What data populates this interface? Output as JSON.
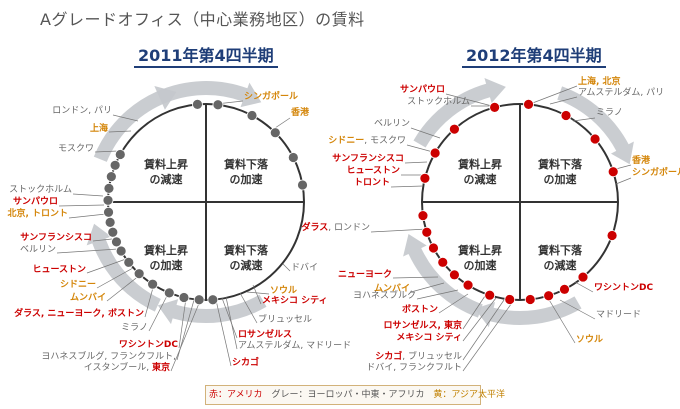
{
  "title": "Aグレードオフィス（中心業務地区）の賃料",
  "colors": {
    "america": "#cc0000",
    "europe": "#666666",
    "asia": "#d4860a",
    "title_blue": "#1f3e78"
  },
  "legend": [
    {
      "text": "赤：アメリカ",
      "color": "#cc0000"
    },
    {
      "text": "グレー：ヨーロッパ・中東・アフリカ",
      "color": "#555555"
    },
    {
      "text": "黄：アジア太平洋",
      "color": "#c08000"
    }
  ],
  "quadrant_labels": {
    "tl": [
      "賃料上昇",
      "の減速"
    ],
    "tr": [
      "賃料下落",
      "の加速"
    ],
    "bl": [
      "賃料上昇",
      "の加速"
    ],
    "br": [
      "賃料下落",
      "の減速"
    ]
  },
  "panels": [
    {
      "title": "2011年第4四半期",
      "dot_color": "#666666",
      "points": [
        {
          "angle": 7
        },
        {
          "angle": 28
        },
        {
          "angle": 45
        },
        {
          "angle": 63
        },
        {
          "angle": 80
        },
        {
          "angle": 176
        },
        {
          "angle": 184
        },
        {
          "angle": 193
        },
        {
          "angle": 202
        },
        {
          "angle": 213
        },
        {
          "angle": 223
        },
        {
          "angle": 232
        },
        {
          "angle": 240
        },
        {
          "angle": 246
        },
        {
          "angle": 252
        },
        {
          "angle": 258
        },
        {
          "angle": 264
        },
        {
          "angle": 271
        },
        {
          "angle": 278
        },
        {
          "angle": 285
        },
        {
          "angle": 292
        },
        {
          "angle": 299
        },
        {
          "angle": 355
        }
      ],
      "labels": [
        {
          "parts": [
            {
              "t": "シンガポール",
              "c": "asia"
            }
          ]
        },
        {
          "parts": [
            {
              "t": "香港",
              "c": "asia"
            }
          ]
        },
        {
          "parts": [
            {
              "t": "ロンドン, パリ",
              "c": "europe"
            }
          ]
        },
        {
          "parts": [
            {
              "t": "上海",
              "c": "asia"
            }
          ]
        },
        {
          "parts": [
            {
              "t": "モスクワ",
              "c": "europe"
            }
          ]
        },
        {
          "parts": [
            {
              "t": "ストックホルム",
              "c": "europe"
            }
          ]
        },
        {
          "parts": [
            {
              "t": "サンパウロ",
              "c": "america"
            }
          ]
        },
        {
          "parts": [
            {
              "t": "北京, トロント",
              "c": "asia"
            }
          ]
        },
        {
          "parts": [
            {
              "t": "サンフランシスコ",
              "c": "america"
            }
          ]
        },
        {
          "parts": [
            {
              "t": "ベルリン",
              "c": "europe"
            }
          ]
        },
        {
          "parts": [
            {
              "t": "ヒューストン",
              "c": "america"
            }
          ]
        },
        {
          "parts": [
            {
              "t": "シドニー",
              "c": "asia"
            }
          ]
        },
        {
          "parts": [
            {
              "t": "ムンバイ",
              "c": "asia"
            }
          ]
        },
        {
          "parts": [
            {
              "t": "ダラス, ニューヨーク, ボストン",
              "c": "america"
            }
          ]
        },
        {
          "parts": [
            {
              "t": "ミラノ",
              "c": "europe"
            }
          ]
        },
        {
          "parts": [
            {
              "t": "ワシントンDC",
              "c": "america"
            }
          ]
        },
        {
          "parts": [
            {
              "t": "ヨハネスブルグ, フランクフルト,",
              "c": "europe"
            }
          ]
        },
        {
          "parts": [
            {
              "t": "イスタンブール, ",
              "c": "europe"
            },
            {
              "t": "東京",
              "c": "america"
            }
          ]
        },
        {
          "parts": [
            {
              "t": "シカゴ",
              "c": "america"
            }
          ]
        },
        {
          "parts": [
            {
              "t": "ロサンゼルス",
              "c": "america"
            }
          ]
        },
        {
          "parts": [
            {
              "t": "アムステルダム, マドリード",
              "c": "europe"
            }
          ]
        },
        {
          "parts": [
            {
              "t": "ブリュッセル",
              "c": "europe"
            }
          ]
        },
        {
          "parts": [
            {
              "t": "ソウル",
              "c": "asia"
            }
          ]
        },
        {
          "parts": [
            {
              "t": "メキシコ シティ",
              "c": "america"
            }
          ]
        },
        {
          "parts": [
            {
              "t": "ドバイ",
              "c": "europe"
            }
          ]
        }
      ]
    },
    {
      "title": "2012年第4四半期",
      "dot_color": "#cc0000",
      "points": [
        {
          "angle": 345
        },
        {
          "angle": 5
        },
        {
          "angle": 28
        },
        {
          "angle": 50
        },
        {
          "angle": 72
        },
        {
          "angle": 212
        },
        {
          "angle": 222
        },
        {
          "angle": 232
        },
        {
          "angle": 242
        },
        {
          "angle": 252
        },
        {
          "angle": 262
        },
        {
          "angle": 284
        },
        {
          "angle": 300
        },
        {
          "angle": 318
        },
        {
          "angle": 140
        },
        {
          "angle": 153
        },
        {
          "angle": 163
        },
        {
          "angle": 174
        },
        {
          "angle": 186
        },
        {
          "angle": 198
        },
        {
          "angle": 110
        }
      ],
      "labels": [
        {
          "parts": [
            {
              "t": "サンパウロ",
              "c": "america"
            }
          ]
        },
        {
          "parts": [
            {
              "t": "ストックホルム",
              "c": "europe"
            }
          ]
        },
        {
          "parts": [
            {
              "t": "上海, 北京",
              "c": "asia"
            }
          ]
        },
        {
          "parts": [
            {
              "t": "アムステルダム, パリ",
              "c": "europe"
            }
          ]
        },
        {
          "parts": [
            {
              "t": "ミラノ",
              "c": "europe"
            }
          ]
        },
        {
          "parts": [
            {
              "t": "ベルリン",
              "c": "europe"
            }
          ]
        },
        {
          "parts": [
            {
              "t": "シドニー",
              "c": "asia"
            },
            {
              "t": ", モスクワ",
              "c": "europe"
            }
          ]
        },
        {
          "parts": [
            {
              "t": "サンフランシスコ",
              "c": "america"
            }
          ]
        },
        {
          "parts": [
            {
              "t": "ヒューストン",
              "c": "america"
            }
          ]
        },
        {
          "parts": [
            {
              "t": "トロント",
              "c": "america"
            }
          ]
        },
        {
          "parts": [
            {
              "t": "香港",
              "c": "asia"
            }
          ]
        },
        {
          "parts": [
            {
              "t": "シンガポール",
              "c": "asia"
            }
          ]
        },
        {
          "parts": [
            {
              "t": "ダラス",
              "c": "america"
            },
            {
              "t": ", ロンドン",
              "c": "europe"
            }
          ]
        },
        {
          "parts": [
            {
              "t": "ニューヨーク",
              "c": "america"
            }
          ]
        },
        {
          "parts": [
            {
              "t": "ムンバイ",
              "c": "asia"
            }
          ]
        },
        {
          "parts": [
            {
              "t": "ヨハネスブルク",
              "c": "europe"
            }
          ]
        },
        {
          "parts": [
            {
              "t": "ボストン",
              "c": "america"
            }
          ]
        },
        {
          "parts": [
            {
              "t": "ワシントンDC",
              "c": "america"
            }
          ]
        },
        {
          "parts": [
            {
              "t": "マドリード",
              "c": "europe"
            }
          ]
        },
        {
          "parts": [
            {
              "t": "ロサンゼルス, 東京",
              "c": "america"
            }
          ]
        },
        {
          "parts": [
            {
              "t": "メキシコ シティ",
              "c": "america"
            }
          ]
        },
        {
          "parts": [
            {
              "t": "ソウル",
              "c": "asia"
            }
          ]
        },
        {
          "parts": [
            {
              "t": "シカゴ",
              "c": "america"
            },
            {
              "t": ", ブリュッセル",
              "c": "europe"
            }
          ]
        },
        {
          "parts": [
            {
              "t": "ドバイ, フランクフルト",
              "c": "europe"
            }
          ]
        }
      ]
    }
  ]
}
